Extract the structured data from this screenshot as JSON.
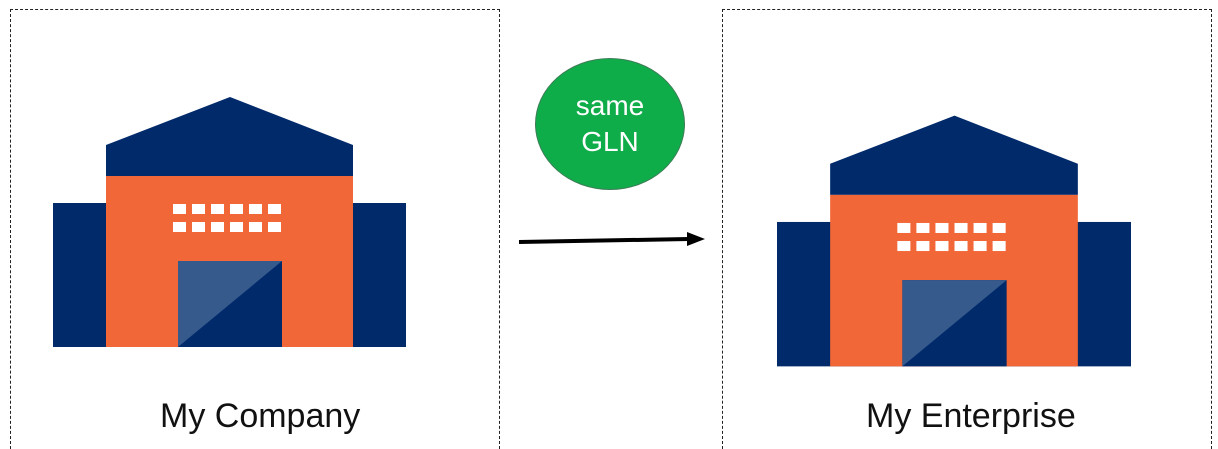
{
  "left_box": {
    "label": "My Company"
  },
  "right_box": {
    "label": "My Enterprise"
  },
  "badge": {
    "line1": "same",
    "line2": "GLN"
  },
  "colors": {
    "roof": "#012a6b",
    "facade": "#f26737",
    "wing": "#012a6b",
    "door": "#012a6b",
    "door_highlight": "#365a8c",
    "window": "#ffffff",
    "badge_fill": "#0fac4a",
    "arrow": "#000000"
  },
  "icons": [
    "warehouse-icon",
    "arrow-right-icon"
  ]
}
